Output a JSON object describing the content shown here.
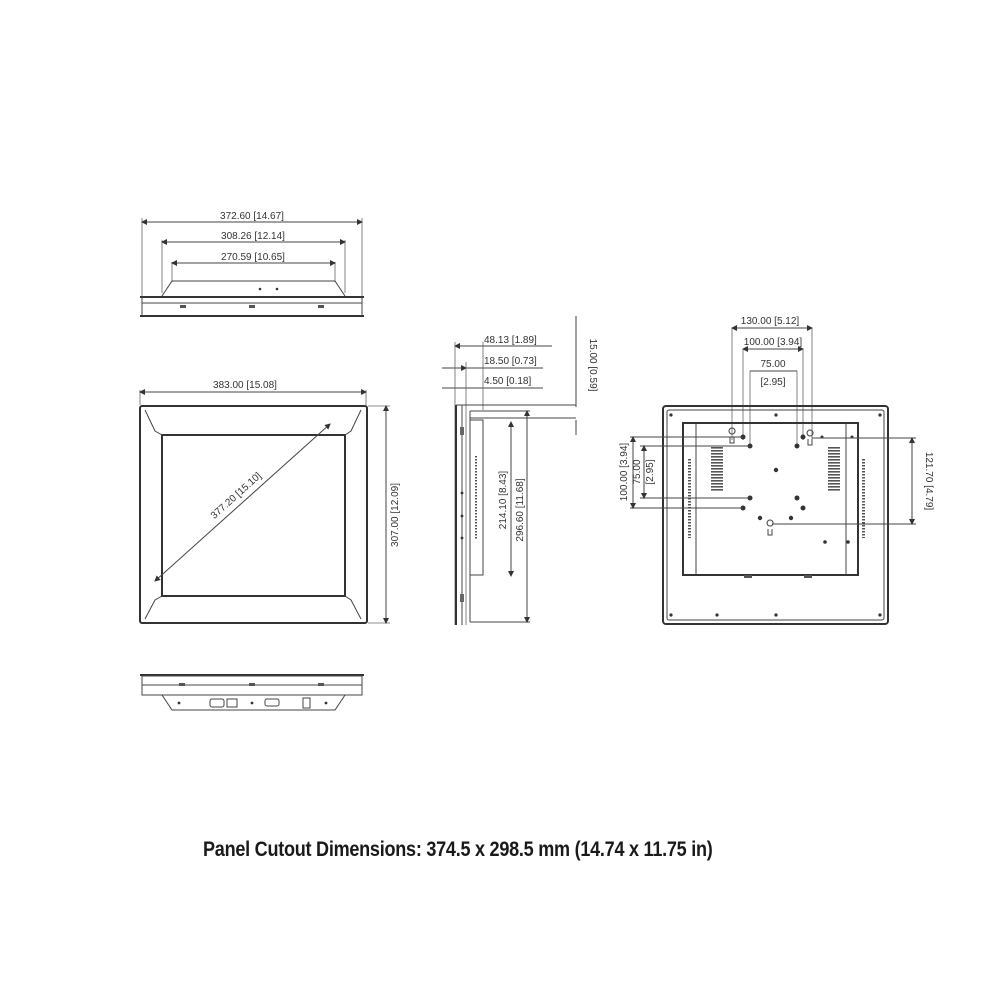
{
  "top_view": {
    "dims": [
      {
        "label": "372.60 [14.67]"
      },
      {
        "label": "308.26 [12.14]"
      },
      {
        "label": "270.59 [10.65]"
      }
    ]
  },
  "front_view": {
    "width_label": "383.00 [15.08]",
    "height_label": "307.00 [12.09]",
    "diagonal_label": "377.20 [15.10]"
  },
  "side_view": {
    "dims_horizontal": [
      {
        "label": "48.13 [1.89]"
      },
      {
        "label": "18.50 [0.73]"
      },
      {
        "label": "4.50 [0.18]"
      }
    ],
    "offset_label": "15.00 [0.59]",
    "inner_height_label": "214.10 [8.43]",
    "outer_height_label": "296.60 [11.68]"
  },
  "rear_view": {
    "vesa_horizontal": [
      {
        "label": "130.00 [5.12]"
      },
      {
        "label": "100.00 [3.94]"
      },
      {
        "label": "75.00"
      },
      {
        "label": "[2.95]"
      }
    ],
    "vesa_vertical_outer": "100.00 [3.94]",
    "vesa_vertical_inner_value": "75.00",
    "vesa_vertical_inner_inch": "[2.95]",
    "right_height_label": "121.70 [4.79]"
  },
  "bottom_view": {},
  "caption": "Panel Cutout Dimensions: 374.5 x 298.5 mm (14.74 x 11.75 in)"
}
